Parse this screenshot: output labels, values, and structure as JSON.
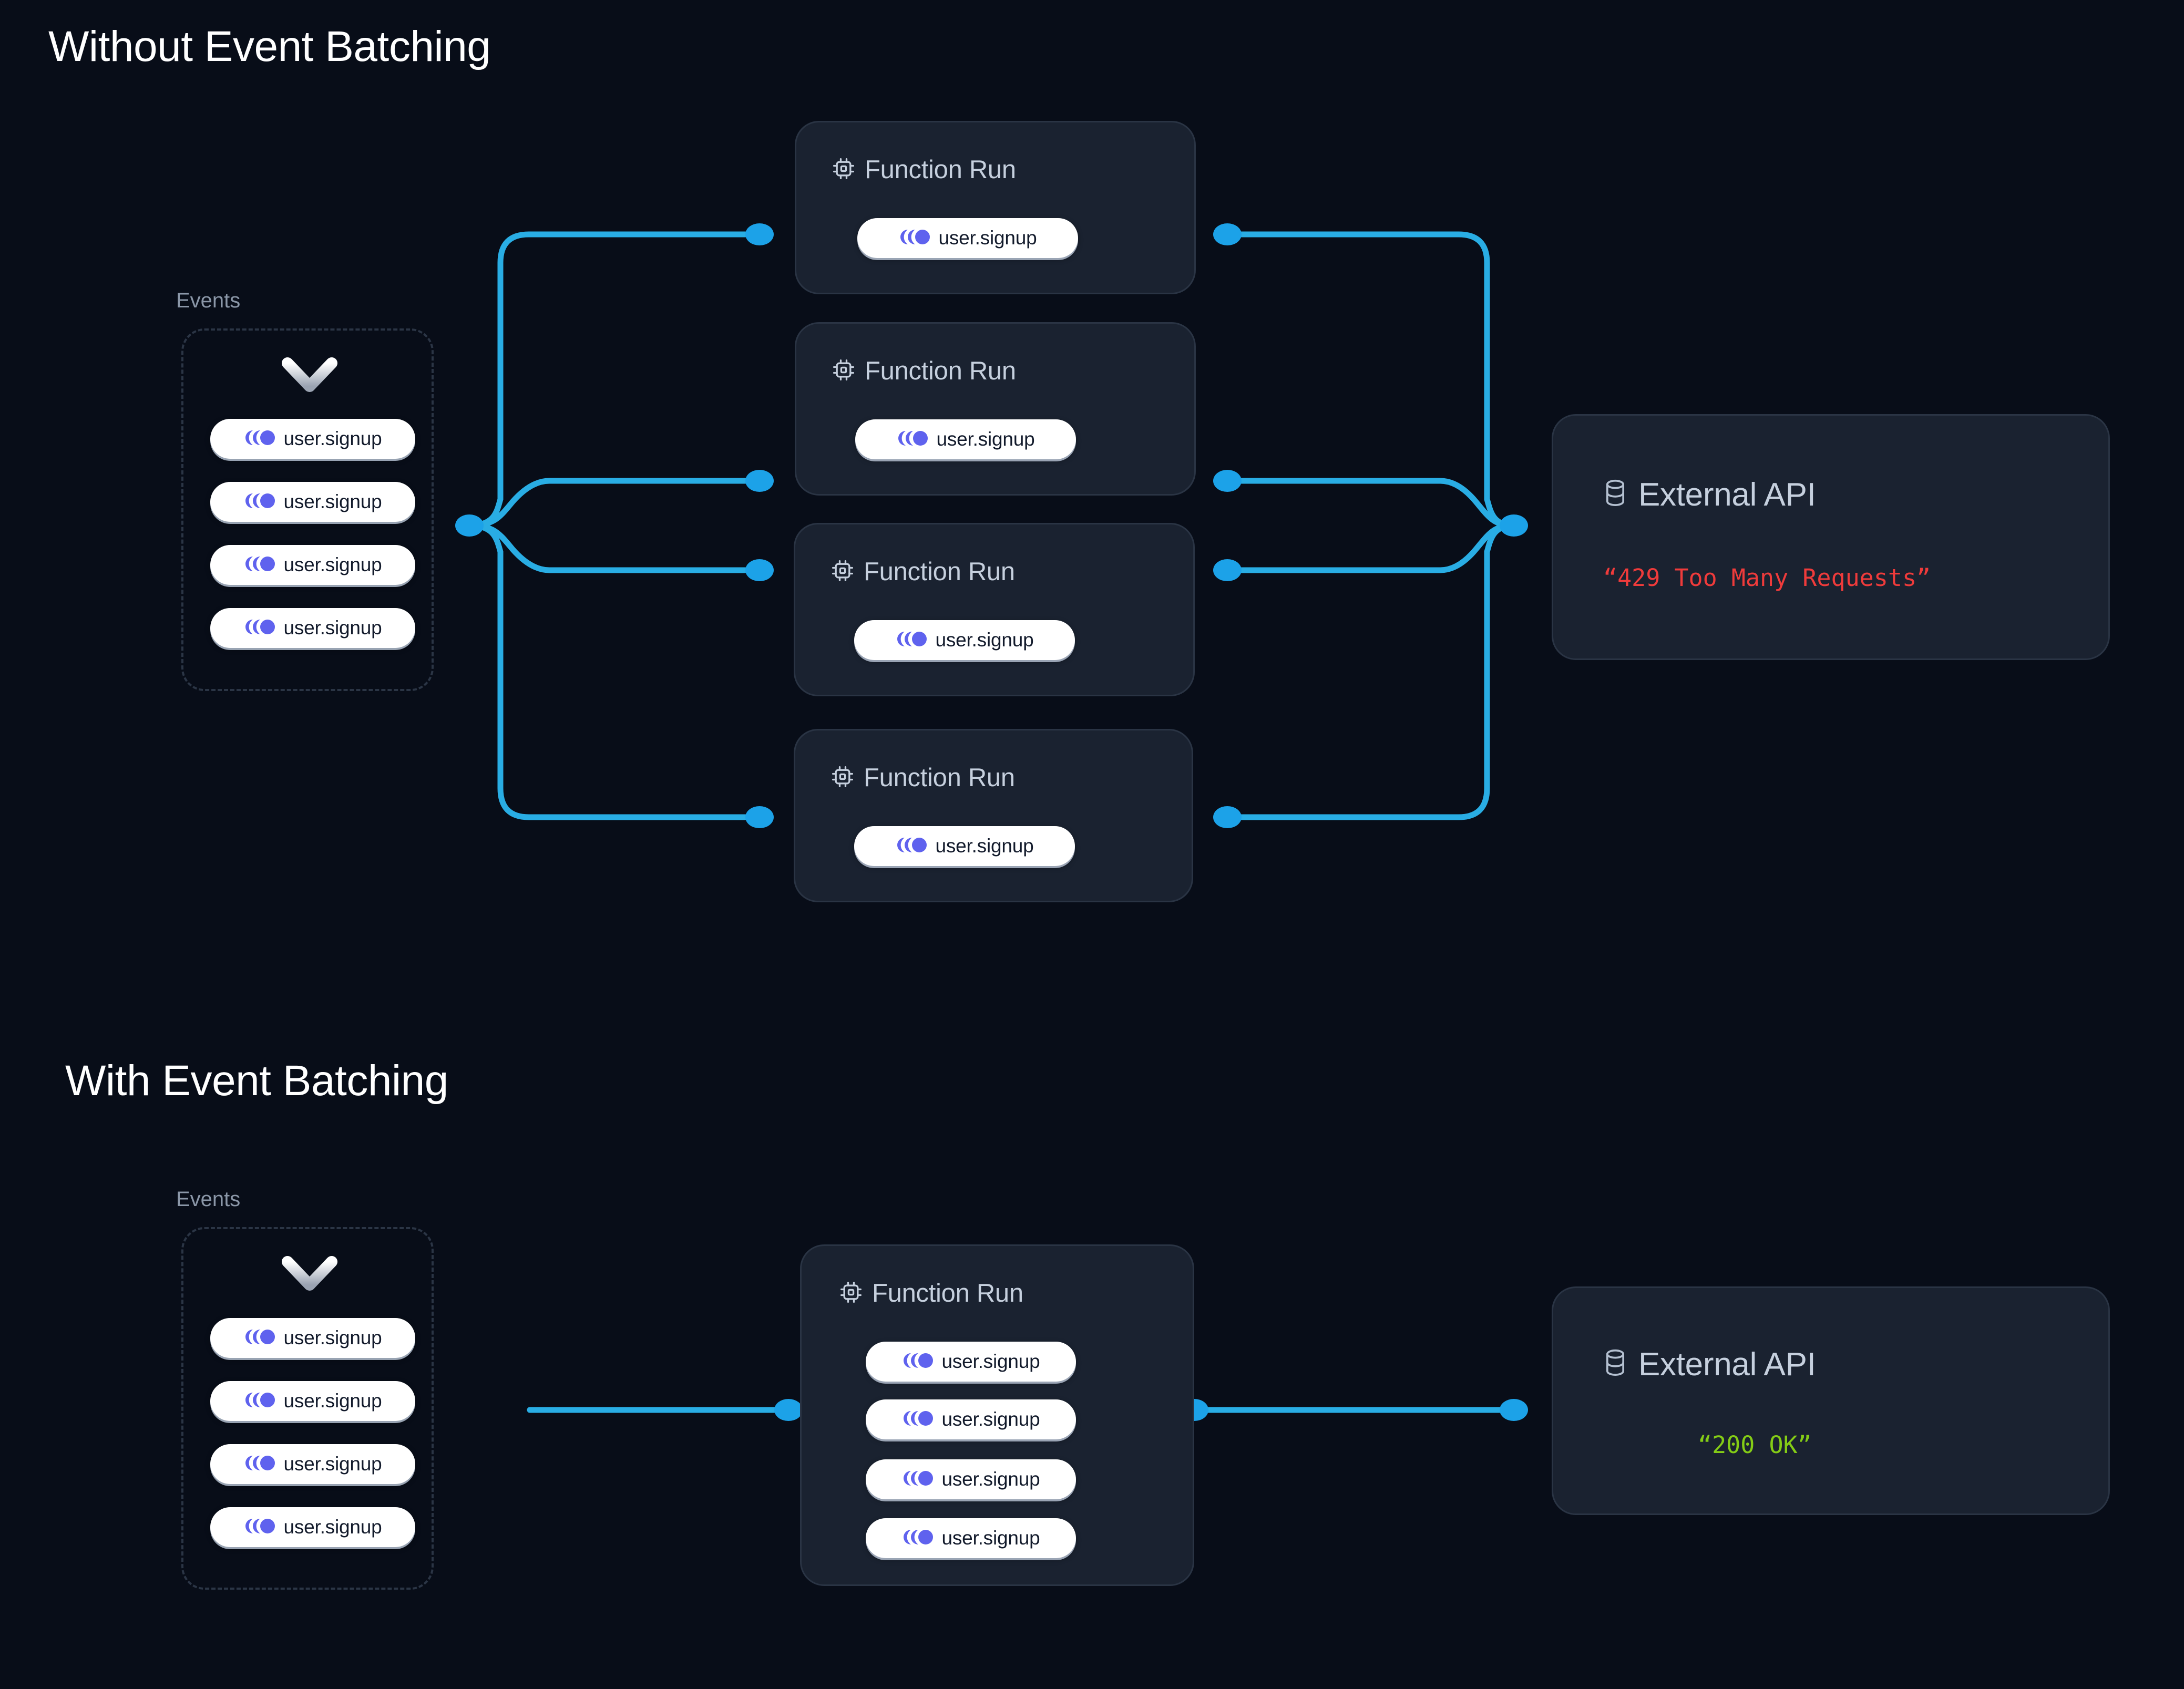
{
  "theme": {
    "background": "#080d18",
    "card_bg": "#1a2230",
    "card_border": "#2a3444",
    "edge_color": "#29ade4",
    "node_dot_color": "#1ca2e8",
    "pill_bg": "#ffffff",
    "pill_text": "#121a2b",
    "logo_purple": "#5f62ee",
    "title_color": "#ffffff",
    "muted_label": "#8b97a8",
    "dashed_border": "#2b3545",
    "error_color": "#ef3b3b",
    "success_color": "#84cc16"
  },
  "sections": [
    {
      "id": "without-batching",
      "title": "Without Event Batching",
      "events": {
        "label": "Events",
        "chevron_icon": "chevron-down-icon",
        "pills": [
          {
            "label": "user.signup",
            "icon": "inngest-event-icon"
          },
          {
            "label": "user.signup",
            "icon": "inngest-event-icon"
          },
          {
            "label": "user.signup",
            "icon": "inngest-event-icon"
          },
          {
            "label": "user.signup",
            "icon": "inngest-event-icon"
          }
        ]
      },
      "function_runs": [
        {
          "title": "Function Run",
          "icon": "cpu-chip-icon",
          "pills": [
            {
              "label": "user.signup",
              "icon": "inngest-event-icon"
            }
          ]
        },
        {
          "title": "Function Run",
          "icon": "cpu-chip-icon",
          "pills": [
            {
              "label": "user.signup",
              "icon": "inngest-event-icon"
            }
          ]
        },
        {
          "title": "Function Run",
          "icon": "cpu-chip-icon",
          "pills": [
            {
              "label": "user.signup",
              "icon": "inngest-event-icon"
            }
          ]
        },
        {
          "title": "Function Run",
          "icon": "cpu-chip-icon",
          "pills": [
            {
              "label": "user.signup",
              "icon": "inngest-event-icon"
            }
          ]
        }
      ],
      "external_api": {
        "title": "External API",
        "icon": "database-icon",
        "status": "“429 Too Many Requests”",
        "status_kind": "error"
      }
    },
    {
      "id": "with-batching",
      "title": "With Event Batching",
      "events": {
        "label": "Events",
        "chevron_icon": "chevron-down-icon",
        "pills": [
          {
            "label": "user.signup",
            "icon": "inngest-event-icon"
          },
          {
            "label": "user.signup",
            "icon": "inngest-event-icon"
          },
          {
            "label": "user.signup",
            "icon": "inngest-event-icon"
          },
          {
            "label": "user.signup",
            "icon": "inngest-event-icon"
          }
        ]
      },
      "function_runs": [
        {
          "title": "Function Run",
          "icon": "cpu-chip-icon",
          "pills": [
            {
              "label": "user.signup",
              "icon": "inngest-event-icon"
            },
            {
              "label": "user.signup",
              "icon": "inngest-event-icon"
            },
            {
              "label": "user.signup",
              "icon": "inngest-event-icon"
            },
            {
              "label": "user.signup",
              "icon": "inngest-event-icon"
            }
          ]
        }
      ],
      "external_api": {
        "title": "External API",
        "icon": "database-icon",
        "status": "“200 OK”",
        "status_kind": "success"
      }
    }
  ]
}
